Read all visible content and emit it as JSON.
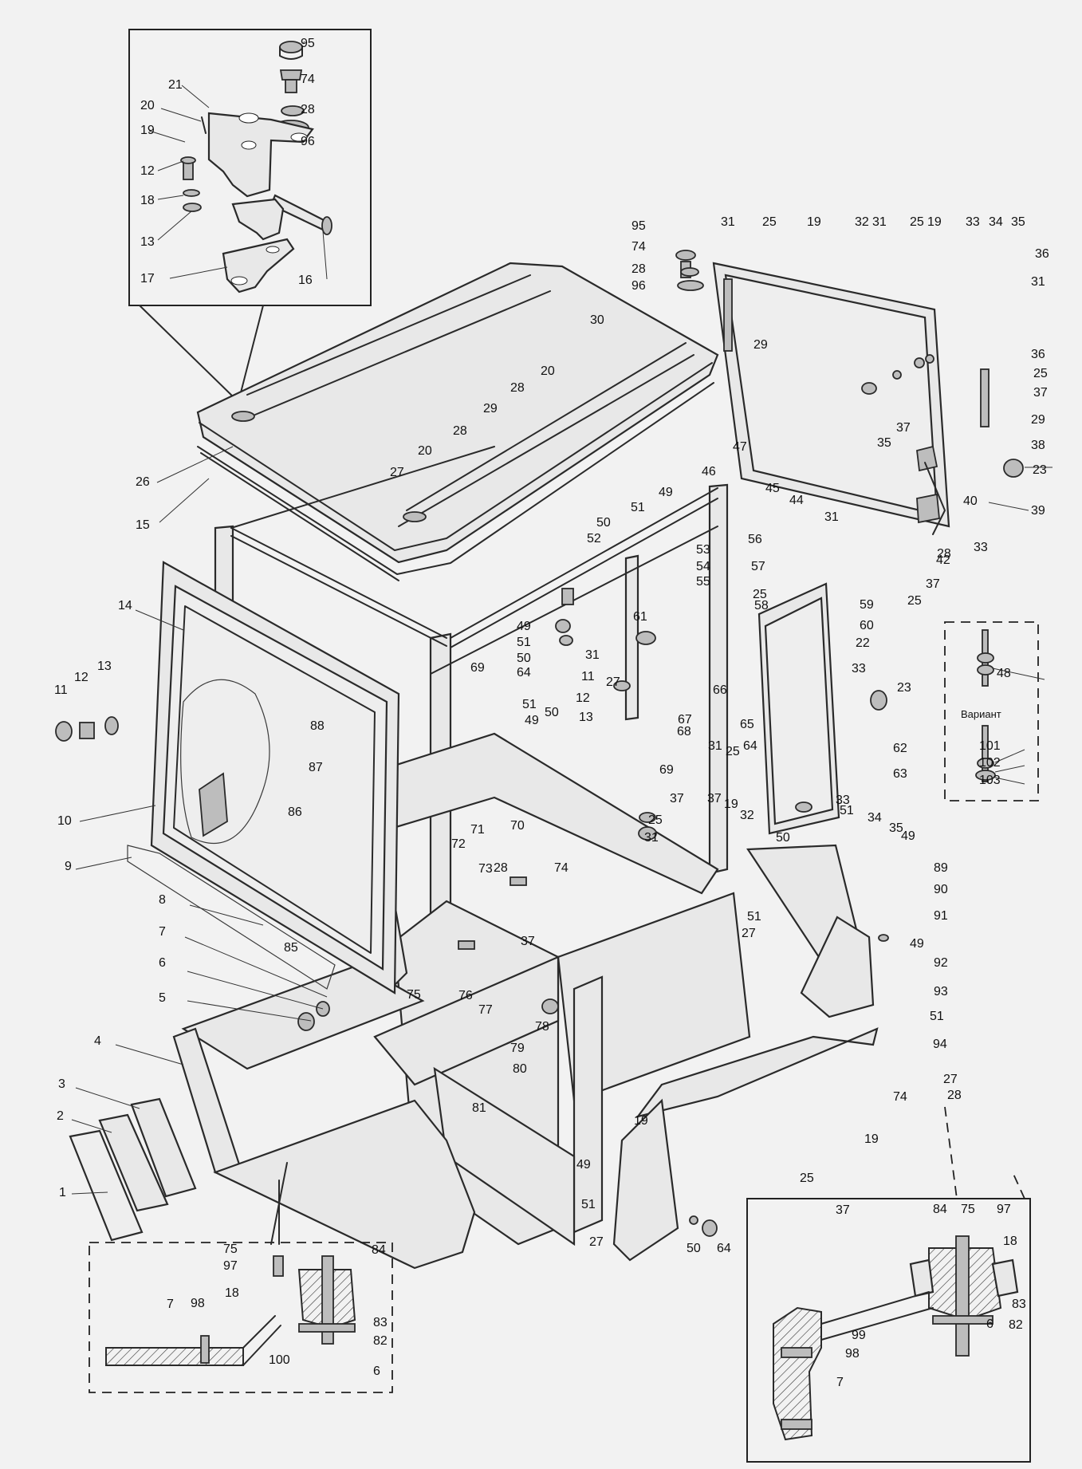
{
  "variant_label": "Вариант",
  "labels": [
    "1",
    "2",
    "3",
    "4",
    "5",
    "6",
    "7",
    "8",
    "9",
    "10",
    "11",
    "12",
    "13",
    "14",
    "15",
    "16",
    "17",
    "18",
    "19",
    "20",
    "21",
    "22",
    "23",
    "25",
    "26",
    "27",
    "28",
    "29",
    "30",
    "31",
    "32",
    "33",
    "34",
    "35",
    "36",
    "37",
    "38",
    "39",
    "40",
    "42",
    "44",
    "45",
    "46",
    "47",
    "48",
    "49",
    "50",
    "51",
    "52",
    "53",
    "54",
    "55",
    "56",
    "57",
    "58",
    "59",
    "60",
    "61",
    "62",
    "63",
    "64",
    "65",
    "66",
    "67",
    "68",
    "69",
    "70",
    "71",
    "72",
    "73",
    "74",
    "75",
    "76",
    "77",
    "78",
    "79",
    "80",
    "81",
    "82",
    "83",
    "84",
    "85",
    "86",
    "87",
    "88",
    "89",
    "90",
    "91",
    "92",
    "93",
    "94",
    "95",
    "96",
    "97",
    "98",
    "99",
    "100",
    "101",
    "102",
    "103"
  ]
}
